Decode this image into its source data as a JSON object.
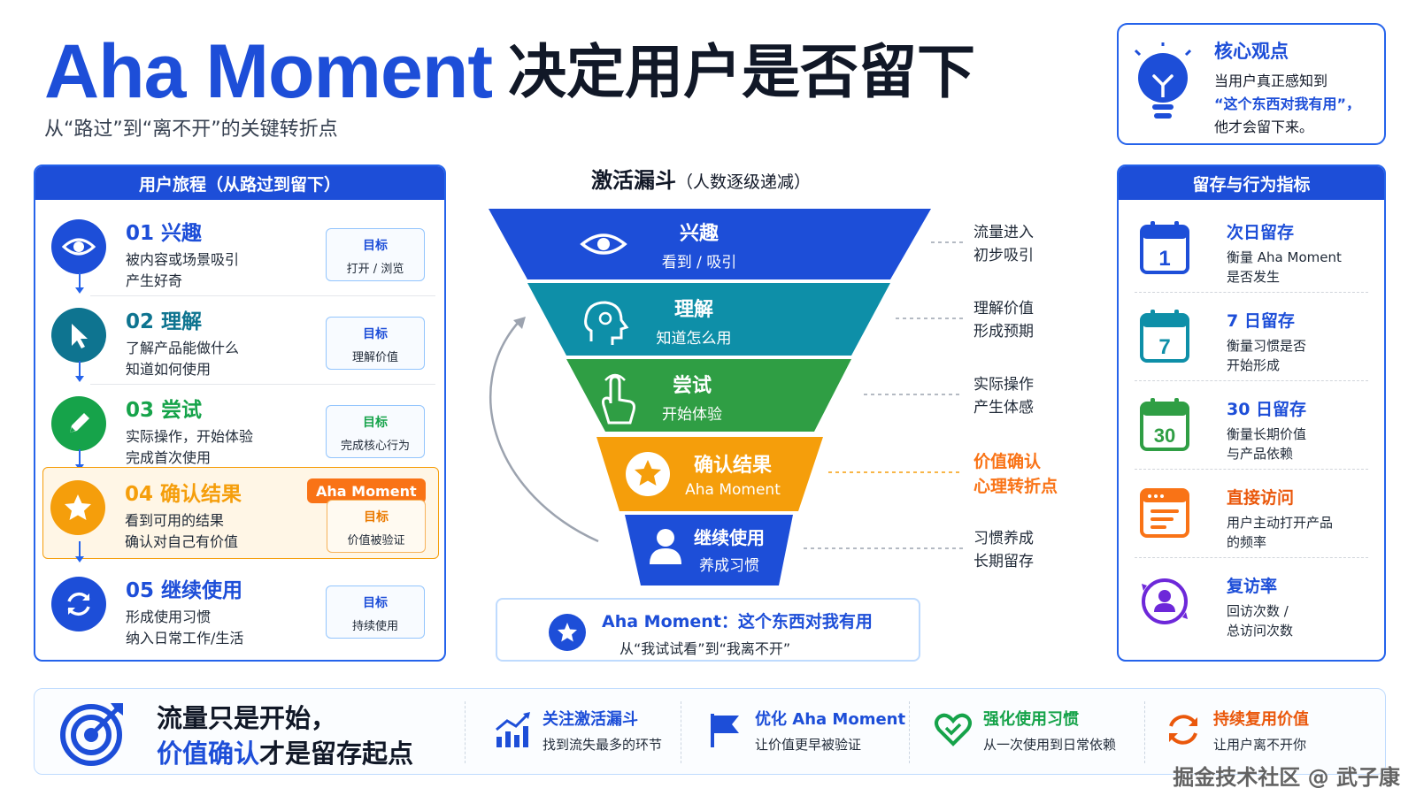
{
  "header": {
    "title_en": "Aha Moment",
    "title_zh": "决定用户是否留下",
    "subtitle": "从“路过”到“离不开”的关键转折点"
  },
  "core_view": {
    "title": "核心观点",
    "line1": "当用户真正感知到",
    "line2": "“这个东西对我有用”，",
    "line3": "他才会留下来。"
  },
  "journey": {
    "title": "用户旅程（从路过到留下）",
    "steps": [
      {
        "num": "01 兴趣",
        "desc1": "被内容或场景吸引",
        "desc2": "产生好奇",
        "goal_label": "目标",
        "goal": "打开 / 浏览",
        "color": "#1d4ed8"
      },
      {
        "num": "02 理解",
        "desc1": "了解产品能做什么",
        "desc2": "知道如何使用",
        "goal_label": "目标",
        "goal": "理解价值",
        "color": "#0e7490"
      },
      {
        "num": "03 尝试",
        "desc1": "实际操作，开始体验",
        "desc2": "完成首次使用",
        "goal_label": "目标",
        "goal": "完成核心行为",
        "color": "#16a34a"
      },
      {
        "num": "04 确认结果",
        "badge": "Aha Moment",
        "desc1": "看到可用的结果",
        "desc2": "确认对自己有价值",
        "goal_label": "目标",
        "goal": "价值被验证",
        "color": "#f59e0b"
      },
      {
        "num": "05 继续使用",
        "desc1": "形成使用习惯",
        "desc2": "纳入日常工作/生活",
        "goal_label": "目标",
        "goal": "持续使用",
        "color": "#1d4ed8"
      }
    ]
  },
  "funnel": {
    "title": "激活漏斗",
    "title_note": "（人数逐级递减）",
    "levels": [
      {
        "title": "兴趣",
        "sub": "看到 / 吸引",
        "note1": "流量进入",
        "note2": "初步吸引",
        "color": "#1d4ed8"
      },
      {
        "title": "理解",
        "sub": "知道怎么用",
        "note1": "理解价值",
        "note2": "形成预期",
        "color": "#0e8fa8"
      },
      {
        "title": "尝试",
        "sub": "开始体验",
        "note1": "实际操作",
        "note2": "产生体感",
        "color": "#2f9e44"
      },
      {
        "title": "确认结果",
        "sub": "Aha Moment",
        "note1": "价值确认",
        "note2": "心理转折点",
        "color": "#f59e0b"
      },
      {
        "title": "继续使用",
        "sub": "养成习惯",
        "note1": "习惯养成",
        "note2": "长期留存",
        "color": "#1d4ed8"
      }
    ],
    "aha_line1": "Aha Moment：这个东西对我有用",
    "aha_line2": "从“我试试看”到“我离不开”"
  },
  "metrics": {
    "title": "留存与行为指标",
    "items": [
      {
        "title": "次日留存",
        "desc1": "衡量 Aha Moment",
        "desc2": "是否发生",
        "icon_text": "1",
        "icon": "calendar-icon"
      },
      {
        "title": "7 日留存",
        "desc1": "衡量习惯是否",
        "desc2": "开始形成",
        "icon_text": "7",
        "icon": "calendar-icon"
      },
      {
        "title": "30 日留存",
        "desc1": "衡量长期价值",
        "desc2": "与产品依赖",
        "icon_text": "30",
        "icon": "calendar-icon"
      },
      {
        "title": "直接访问",
        "desc1": "用户主动打开产品",
        "desc2": "的频率",
        "icon": "browser-icon"
      },
      {
        "title": "复访率",
        "desc1": "回访次数 /",
        "desc2": "总访问次数",
        "icon": "user-cycle-icon"
      }
    ]
  },
  "bottom": {
    "line1": "流量只是开始，",
    "line2_highlight": "价值确认",
    "line2_rest": "才是留存起点",
    "tips": [
      {
        "title": "关注激活漏斗",
        "desc": "找到流失最多的环节",
        "icon": "chart-icon"
      },
      {
        "title": "优化 Aha Moment",
        "desc": "让价值更早被验证",
        "icon": "flag-icon"
      },
      {
        "title": "强化使用习惯",
        "desc": "从一次使用到日常依赖",
        "icon": "heart-check-icon"
      },
      {
        "title": "持续复用价值",
        "desc": "让用户离不开你",
        "icon": "refresh-icon"
      }
    ]
  },
  "watermark": "掘金技术社区 @ 武子康"
}
